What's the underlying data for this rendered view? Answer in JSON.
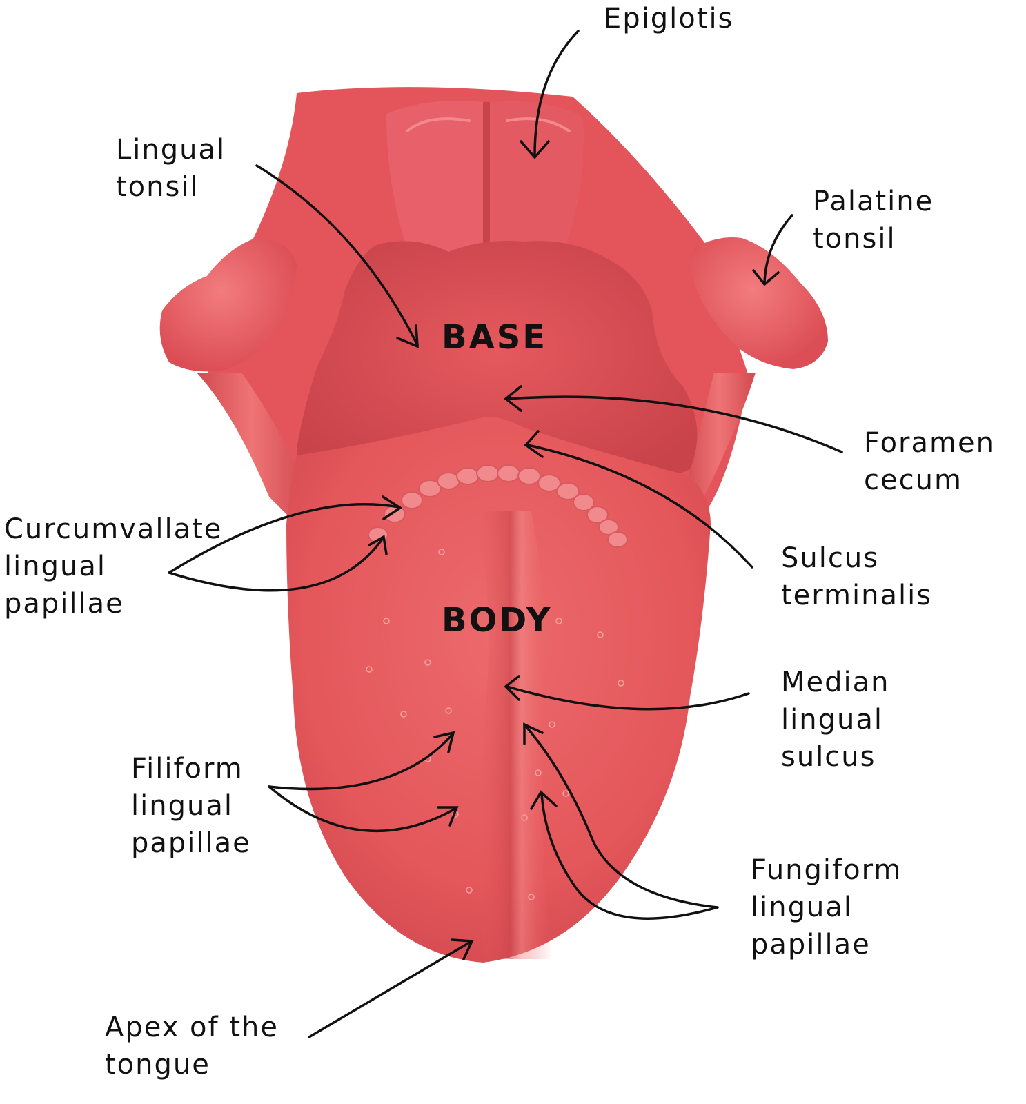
{
  "regions": {
    "base": "BASE",
    "body": "BODY"
  },
  "labels": {
    "epiglotis": [
      "Epiglotis"
    ],
    "lingual_tonsil": [
      "Lingual",
      "tonsil"
    ],
    "palatine_tonsil": [
      "Palatine",
      "tonsil"
    ],
    "foramen_cecum": [
      "Foramen",
      "cecum"
    ],
    "circumvallate": [
      "Curcumvallate",
      "lingual",
      "papillae"
    ],
    "sulcus_terminalis": [
      "Sulcus",
      "terminalis"
    ],
    "median_sulcus": [
      "Median",
      "lingual",
      "sulcus"
    ],
    "filiform": [
      "Filiform",
      "lingual",
      "papillae"
    ],
    "fungiform": [
      "Fungiform",
      "lingual",
      "papillae"
    ],
    "apex": [
      "Apex of the",
      "tongue"
    ]
  },
  "colors": {
    "tissue_main": "#e85a5e",
    "tissue_light": "#f07a7c",
    "tissue_dark": "#c8444a",
    "base_region": "#d95258",
    "papillae": "#f08a8c",
    "arrow": "#111111"
  }
}
